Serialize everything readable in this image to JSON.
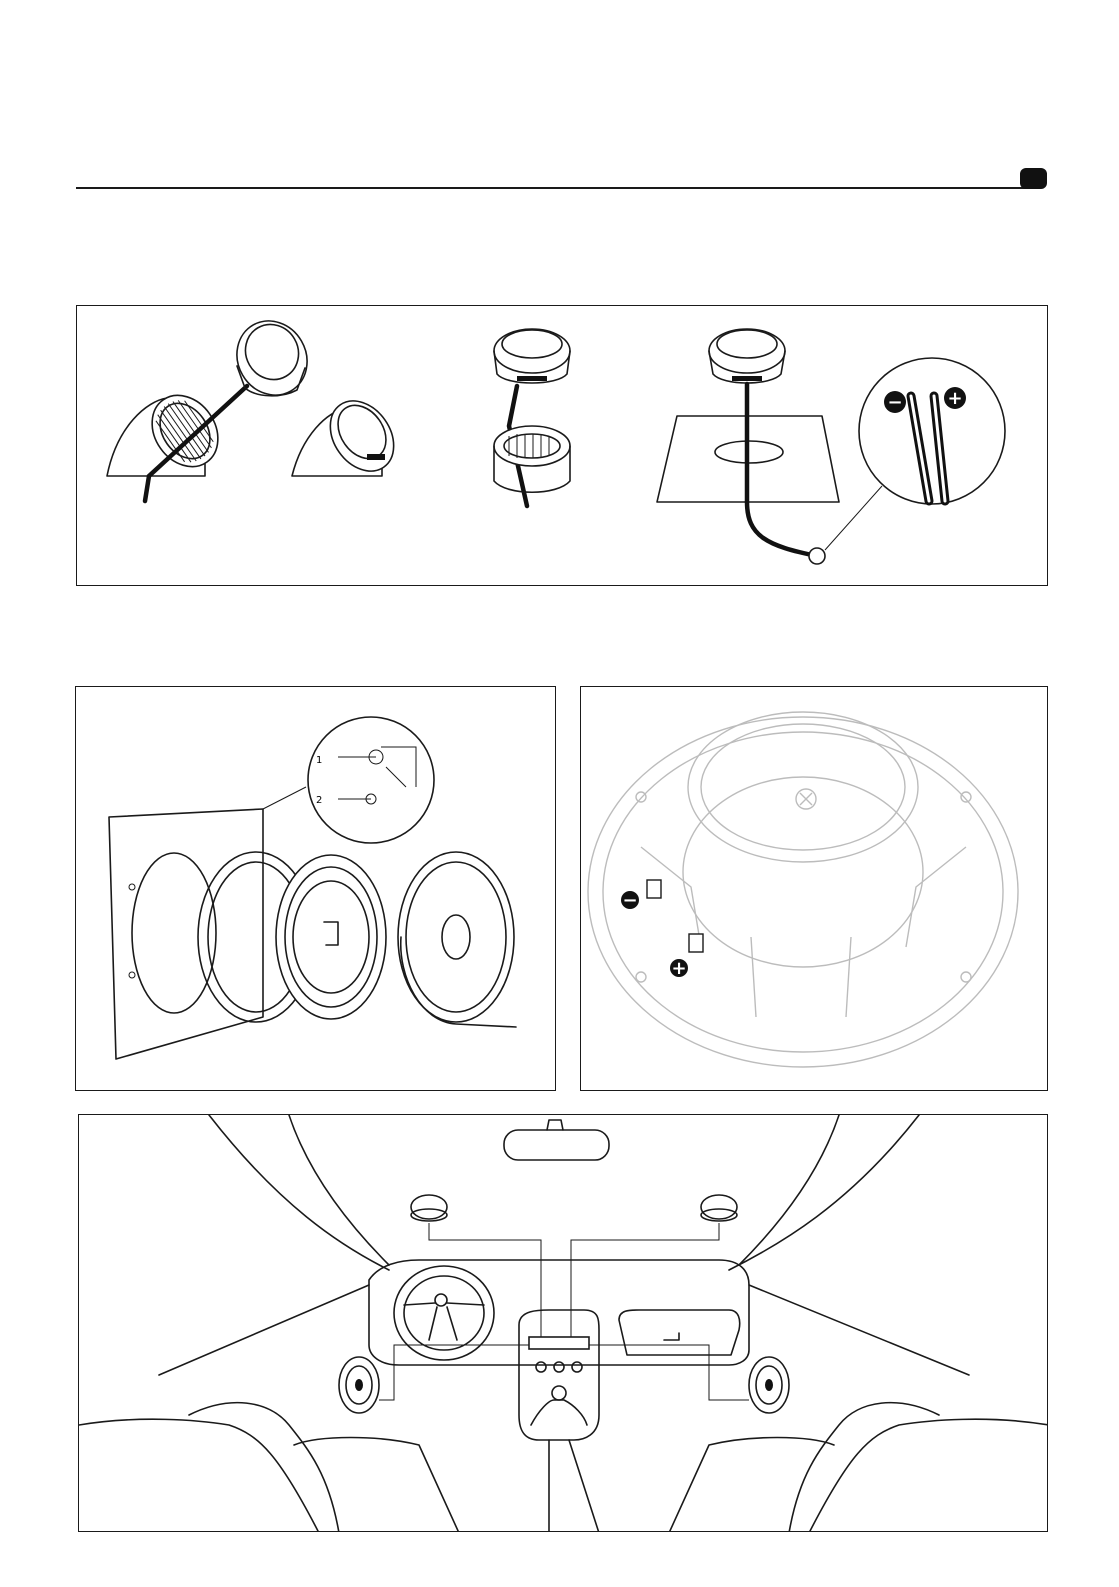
{
  "page": {
    "header_rule": true,
    "page_tab": "black-rounded-tab"
  },
  "figures": [
    {
      "id": "fig-tweeter-mounting",
      "label": "",
      "symbols": {
        "negative": "−",
        "positive": "+"
      }
    },
    {
      "id": "fig-woofer-exploded",
      "label": ""
    },
    {
      "id": "fig-woofer-terminals",
      "label": "",
      "symbols": {
        "negative": "−",
        "positive": "+"
      }
    },
    {
      "id": "fig-car-installation",
      "label": ""
    }
  ],
  "colors": {
    "line": "#1a1a1a",
    "light_line": "#bcbcbc",
    "background": "#ffffff"
  }
}
